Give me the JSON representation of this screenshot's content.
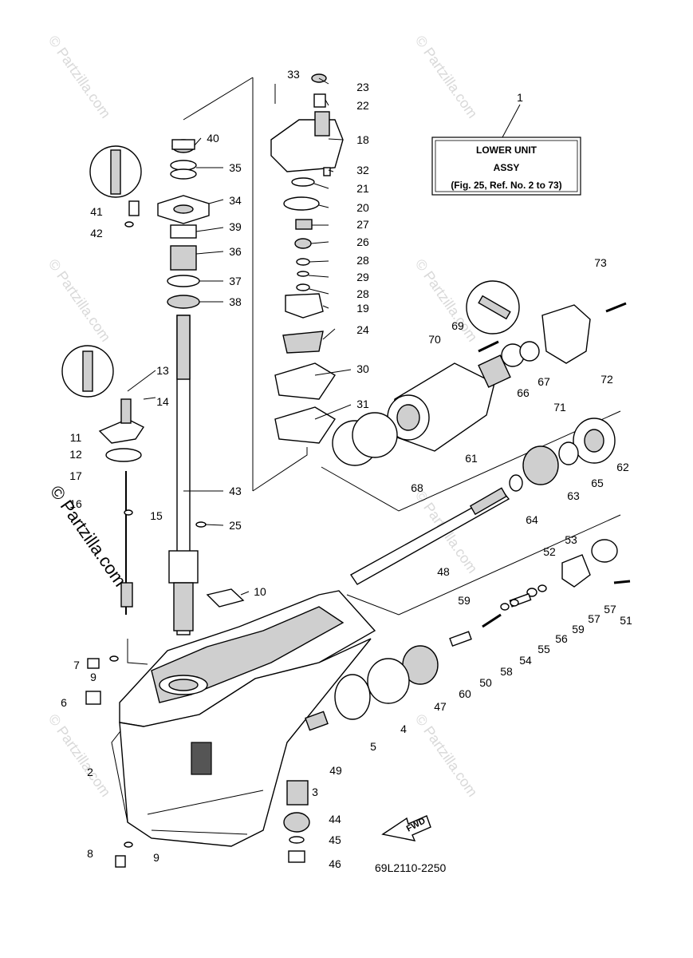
{
  "title_box": {
    "line1": "LOWER UNIT",
    "line2": "ASSY",
    "line3": "(Fig. 25, Ref. No. 2 to 73)"
  },
  "figure_code": "69L2110-2250",
  "fwd_label": "FWD",
  "watermark": "© Partzilla.com",
  "callouts": [
    "1",
    "2",
    "3",
    "4",
    "5",
    "6",
    "7",
    "8",
    "9",
    "9",
    "10",
    "11",
    "12",
    "13",
    "14",
    "15",
    "16",
    "17",
    "18",
    "19",
    "20",
    "21",
    "22",
    "23",
    "24",
    "25",
    "26",
    "27",
    "28",
    "28",
    "29",
    "30",
    "31",
    "32",
    "33",
    "34",
    "35",
    "36",
    "37",
    "38",
    "39",
    "40",
    "41",
    "42",
    "43",
    "44",
    "45",
    "46",
    "47",
    "48",
    "49",
    "50",
    "51",
    "52",
    "53",
    "54",
    "55",
    "56",
    "57",
    "57",
    "58",
    "59",
    "59",
    "60",
    "61",
    "62",
    "63",
    "64",
    "65",
    "66",
    "67",
    "68",
    "69",
    "70",
    "71",
    "72",
    "73"
  ]
}
